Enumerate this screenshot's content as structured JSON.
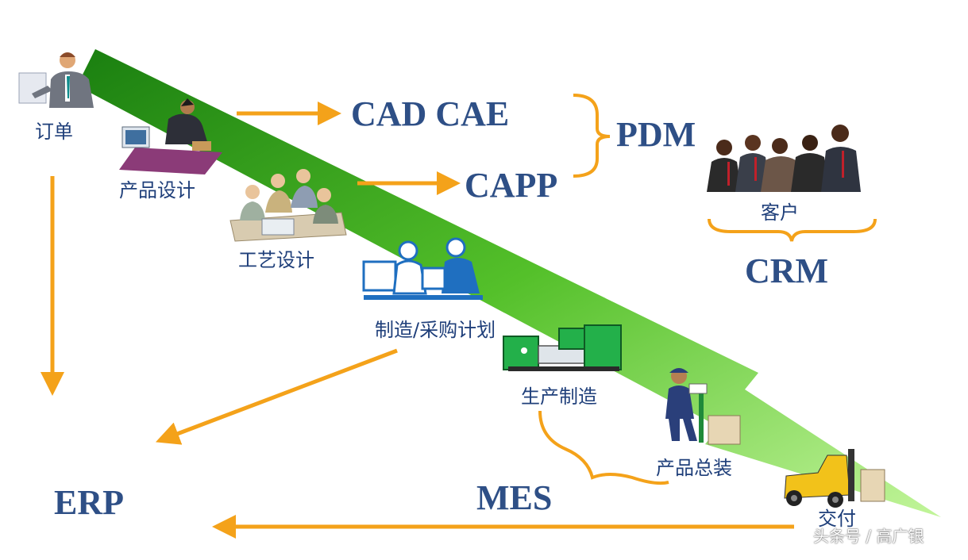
{
  "steps": {
    "order": "订单",
    "product_design": "产品设计",
    "process_design": "工艺设计",
    "planning": "制造/采购计划",
    "production": "生产制造",
    "assembly": "产品总装",
    "delivery": "交付",
    "customer": "客户"
  },
  "systems": {
    "cad_cae": "CAD CAE",
    "capp": "CAPP",
    "pdm": "PDM",
    "crm": "CRM",
    "erp": "ERP",
    "mes": "MES"
  },
  "watermark": "头条号 / 高广银",
  "colors": {
    "arrow_green_dark": "#1e8a12",
    "arrow_green_light": "#a8f07a",
    "connector_orange": "#f4a21a",
    "label_blue": "#2e4f86"
  }
}
